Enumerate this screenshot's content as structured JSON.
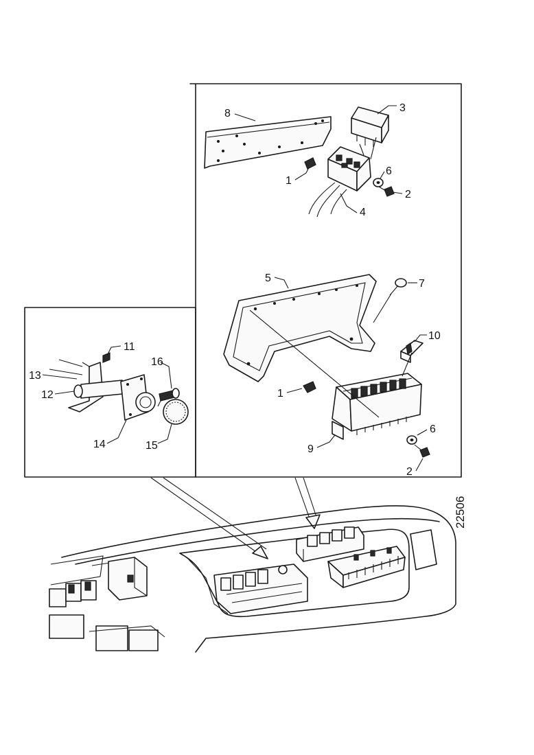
{
  "figure_number": "22506",
  "callouts": {
    "c1a": "1",
    "c1b": "1",
    "c2a": "2",
    "c2b": "2",
    "c3": "3",
    "c4": "4",
    "c5": "5",
    "c6a": "6",
    "c6b": "6",
    "c7": "7",
    "c8": "8",
    "c9": "9",
    "c10": "10",
    "c11": "11",
    "c12": "12",
    "c13": "13",
    "c14": "14",
    "c15": "15",
    "c16": "16"
  }
}
